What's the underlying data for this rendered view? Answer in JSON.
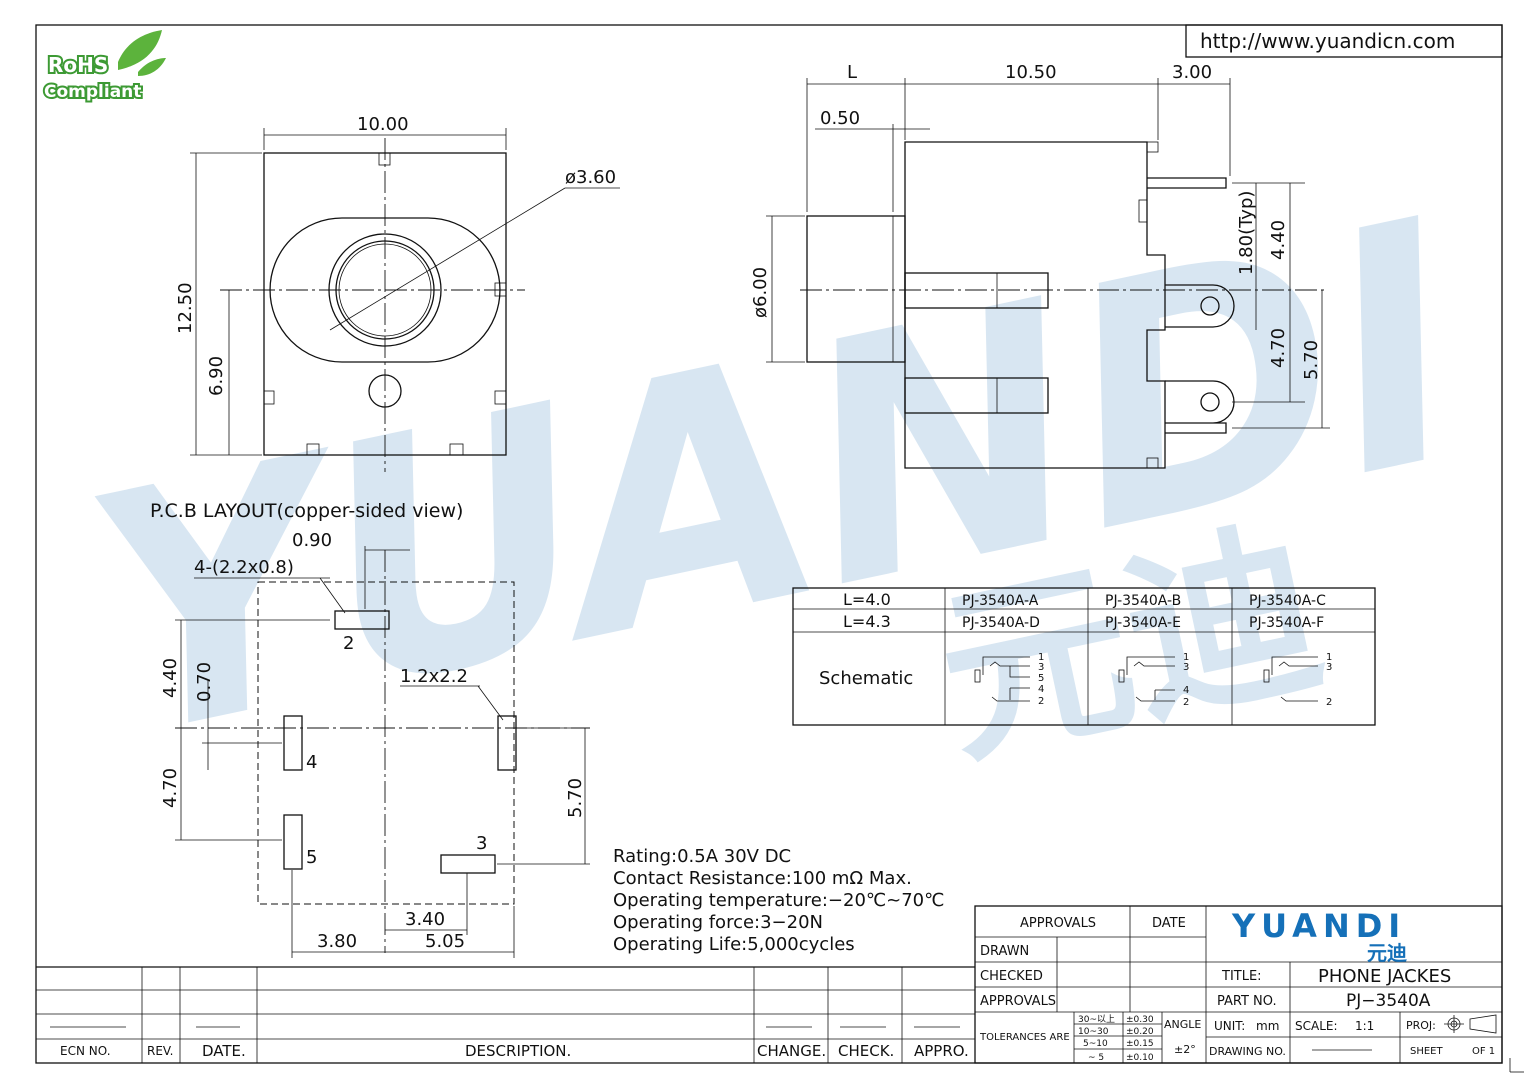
{
  "url": "http://www.yuandicn.com",
  "rohs": {
    "line1": "RoHS",
    "line2": "Compliant"
  },
  "watermark": {
    "text": "YUANDI",
    "cn": "元迪"
  },
  "front_view": {
    "width": "10.00",
    "height": "12.50",
    "center_height": "6.90",
    "hole_dia": "ø3.60"
  },
  "side_view": {
    "L": "L",
    "len": "10.50",
    "pin_len": "3.00",
    "offset": "0.50",
    "dia": "ø6.00",
    "typ": "1.80(Typ)",
    "d440": "4.40",
    "d470": "4.70",
    "d570": "5.70"
  },
  "pcb": {
    "title": "P.C.B LAYOUT(copper-sided view)",
    "d090": "0.90",
    "slot": "4-(2.2x0.8)",
    "d440": "4.40",
    "d070": "0.70",
    "d470": "4.70",
    "d570": "5.70",
    "pad": "1.2x2.2",
    "d340": "3.40",
    "d380": "3.80",
    "d505": "5.05",
    "pins": {
      "p2": "2",
      "p4": "4",
      "p5": "5",
      "p3": "3"
    }
  },
  "variants": {
    "rows": [
      {
        "label": "L=4.0",
        "a": "PJ-3540A-A",
        "b": "PJ-3540A-B",
        "c": "PJ-3540A-C"
      },
      {
        "label": "L=4.3",
        "a": "PJ-3540A-D",
        "b": "PJ-3540A-E",
        "c": "PJ-3540A-F"
      }
    ],
    "schematic_label": "Schematic",
    "schem_a": [
      "1",
      "3",
      "5",
      "4",
      "2"
    ],
    "schem_b": [
      "1",
      "3",
      "4",
      "2"
    ],
    "schem_c": [
      "1",
      "3",
      "2"
    ]
  },
  "specs": [
    "Rating:0.5A 30V DC",
    "Contact Resistance:100 mΩ Max.",
    "Operating temperature:−20℃~70℃",
    "Operating force:3−20N",
    "Operating Life:5,000cycles"
  ],
  "revision_block": {
    "ecn": "ECN NO.",
    "rev": "REV.",
    "date": "DATE.",
    "desc": "DESCRIPTION.",
    "change": "CHANGE.",
    "check": "CHECK.",
    "appro": "APPRO."
  },
  "title_block": {
    "approvals_hdr": "APPROVALS",
    "date_hdr": "DATE",
    "drawn": "DRAWN",
    "checked": "CHECKED",
    "approvals": "APPROVALS",
    "tolerances": "TOLERANCES ARE",
    "tol_ranges": [
      "30~以上",
      "10~30",
      "5~10",
      "~ 5"
    ],
    "tol_values": [
      "±0.30",
      "±0.20",
      "±0.15",
      "±0.10"
    ],
    "angle": "ANGLE",
    "angle_val": "±2°",
    "logo": "YUANDI",
    "logo_cn": "元迪",
    "title_lbl": "TITLE:",
    "title_val": "PHONE JACKES",
    "part_lbl": "PART NO.",
    "part_val": "PJ−3540A",
    "unit_lbl": "UNIT:",
    "unit_val": "mm",
    "scale_lbl": "SCALE:",
    "scale_val": "1:1",
    "proj_lbl": "PROJ:",
    "drawing_lbl": "DRAWING NO.",
    "sheet_lbl": "SHEET",
    "of_lbl": "OF 1"
  },
  "colors": {
    "watermark": "#b9d3e8",
    "watermark_green": "#7fc27f",
    "logo_blue": "#1570b8",
    "rohs_green": "#3d9a34"
  }
}
